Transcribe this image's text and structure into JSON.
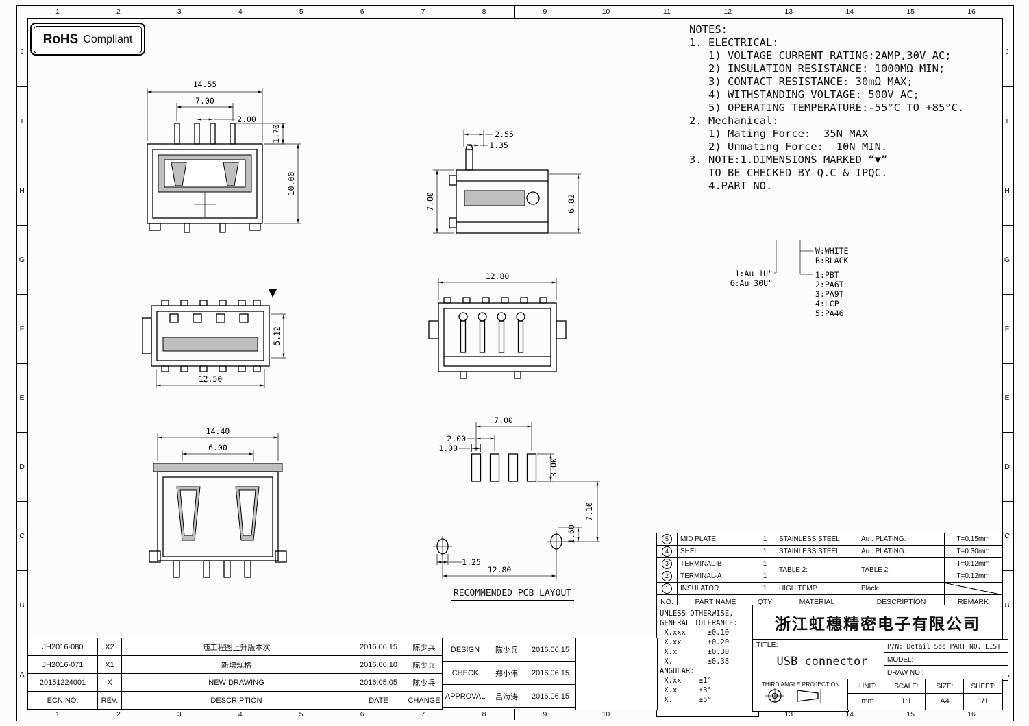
{
  "badge": {
    "bold": "RoHS",
    "text": "Compliant"
  },
  "notes": {
    "lines": [
      "NOTES:",
      "1. ELECTRICAL:",
      "   1) VOLTAGE CURRENT RATING:2AMP,30V AC;",
      "   2) INSULATION RESISTANCE: 1000MΩ MIN;",
      "   3) CONTACT RESISTANCE: 30mΩ MAX;",
      "   4) WITHSTANDING VOLTAGE: 500V AC;",
      "   5) OPERATING TEMPERATURE:-55°C TO +85°C.",
      "2. Mechanical:",
      "   1) Mating Force:  35N MAX",
      "   2) Unmating Force:  10N MIN.",
      "3. NOTE:1.DIMENSIONS MARKED “▼”",
      "   TO BE CHECKED BY Q.C & IPQC.",
      "   4.PART NO."
    ]
  },
  "legend": {
    "au": [
      "1:Au 1U\"",
      "6:Au 30U\""
    ],
    "color": [
      "W:WHITE",
      "B:BLACK"
    ],
    "material": [
      "1:PBT",
      "2:PA6T",
      "3:PA9T",
      "4:LCP",
      "5:PA46"
    ]
  },
  "views": {
    "front": {
      "d1455": "14.55",
      "d700": "7.00",
      "d200": "2.00",
      "d170": "1.70",
      "d1000": "10.00"
    },
    "side": {
      "d255": "2.55",
      "d135": "1.35",
      "d700": "7.00",
      "d682": "6.82"
    },
    "top": {
      "d512": "5.12",
      "d1250": "12.50"
    },
    "rear": {
      "d1280": "12.80"
    },
    "dip": {
      "d1440": "14.40",
      "d600": "6.00"
    },
    "pcb": {
      "d700": "7.00",
      "d200": "2.00",
      "d100": "1.00",
      "d300": "3.00",
      "d160": "1.60",
      "d710": "7.10",
      "d125": "1.25",
      "d1280": "12.80",
      "label": "RECOMMENDED PCB LAYOUT"
    }
  },
  "parts_table": {
    "header": [
      "NO.",
      "PART NAME",
      "QTY",
      "MATERIAL",
      "DESCRIPTION",
      "REMARK"
    ],
    "rows": [
      {
        "no": "5",
        "part": "MID PLATE",
        "qty": "1",
        "material": "STAINLESS STEEL",
        "desc": "Au . PLATING.",
        "remark": "T=0.15mm"
      },
      {
        "no": "4",
        "part": "SHELL",
        "qty": "1",
        "material": "STAINLESS STEEL",
        "desc": "Au . PLATING.",
        "remark": "T=0.30mm"
      },
      {
        "no": "3",
        "part": "TERMINAL-B",
        "qty": "1",
        "material": "TABLE 2:",
        "desc": "TABLE 2:",
        "remark": "T=0.12mm",
        "span": true
      },
      {
        "no": "2",
        "part": "TERMINAL-A",
        "qty": "1",
        "material": null,
        "desc": null,
        "remark": "T=0.12mm"
      },
      {
        "no": "1",
        "part": "INSULATOR",
        "qty": "1",
        "material": "HIGH TEMP",
        "desc": "Black",
        "remark": "",
        "diag": true
      }
    ]
  },
  "tolerance": {
    "lines": [
      "UNLESS OTHERWISE,",
      "GENERAL TOLERANCE:",
      " X.xxx     ±0.10",
      " X.xx      ±0.20",
      " X.x       ±0.30",
      " X.        ±0.38",
      "ANGULAR:",
      " X.xx    ±1°",
      " X.x     ±3°",
      " X.      ±5°"
    ]
  },
  "title_block": {
    "company": "浙江虹穗精密电子有限公司",
    "title_label": "TITLE:",
    "title_value": "USB connector",
    "pn": "P/N: Detail See PART NO. LIST",
    "model_label": "MODEL:",
    "draw_no_label": "DRAW NO.:",
    "projection": "THIRD ANGLE PROJECTION",
    "unit_label": "UNIT:",
    "unit_value": "mm",
    "scale_label": "SCALE:",
    "scale_value": "1:1",
    "size_label": "SIZE:",
    "size_value": "A4",
    "sheet_label": "SHEET:",
    "sheet_value": "1/1"
  },
  "revision_table": {
    "rows": [
      [
        "JH2016-080",
        "X2",
        "随工程图上升版本次",
        "2016.06.15",
        "陈少兵"
      ],
      [
        "JH2016-071",
        "X1",
        "新增规格",
        "2016.06.10",
        "陈少兵"
      ],
      [
        "20151224001",
        "X",
        "NEW DRAWING",
        "2016.05.05",
        "陈少兵"
      ],
      [
        "ECN NO.",
        "REV.",
        "DESCRIPTION",
        "DATE",
        "CHANGE"
      ]
    ]
  },
  "approval_table": {
    "rows": [
      [
        "DESIGN",
        "陈少兵",
        "2016.06.15"
      ],
      [
        "CHECK",
        "郑小伟",
        "2016.06.15"
      ],
      [
        "APPROVAL",
        "吕海涛",
        "2016.06.15"
      ]
    ]
  },
  "ruler": {
    "cols": [
      "1",
      "2",
      "3",
      "4",
      "5",
      "6",
      "7",
      "8",
      "9",
      "10",
      "11",
      "12",
      "13",
      "14",
      "15",
      "16"
    ],
    "rows": [
      "J",
      "I",
      "H",
      "G",
      "F",
      "E",
      "D",
      "C",
      "B",
      "A"
    ]
  }
}
